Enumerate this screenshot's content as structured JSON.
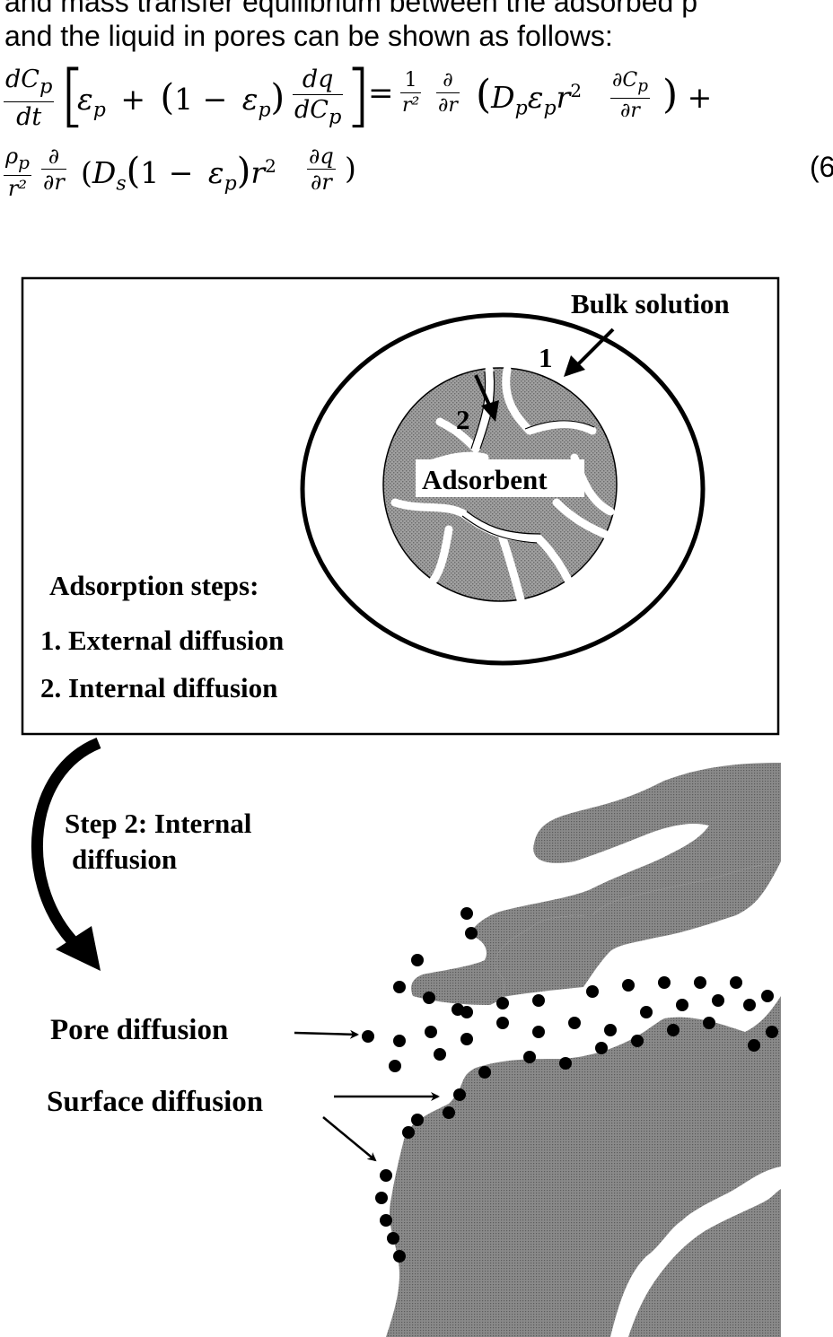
{
  "text": {
    "top_line": "and mass transfer equilibrium between the adsorbed p",
    "intro_line": "and the liquid in pores can be shown as follows:",
    "equation_number": "(6"
  },
  "equation": {
    "lhs": {
      "d": "d",
      "C": "C",
      "p": "p",
      "dt": "dt",
      "dq": "dq",
      "eps": "ε",
      "one_minus": "1 −",
      "plus": "+",
      "equals": "="
    },
    "rhs1": {
      "one": "1",
      "r2": "r²",
      "partial": "∂",
      "partial_r": "∂r",
      "D": "D",
      "r": "r",
      "sq": "2",
      "plus": "+"
    },
    "rhs2": {
      "rho": "ρ",
      "q": "q",
      "s": "s"
    }
  },
  "diagram": {
    "bulk_solution": "Bulk solution",
    "step1_number": "1",
    "step2_number": "2",
    "adsorbent": "Adsorbent",
    "steps_heading": "Adsorption steps:",
    "step1": "1. External diffusion",
    "step2": "2. Internal diffusion",
    "step2_title_line1": "Step 2: Internal",
    "step2_title_line2": "diffusion",
    "pore_diffusion": "Pore diffusion",
    "surface_diffusion": "Surface diffusion"
  },
  "colors": {
    "particle_fill": "#a9a9a9",
    "pore_wall_fill": "#8f8f8f",
    "outline": "#000000",
    "pore_channel": "#ffffff"
  },
  "icons": [
    "arrow-1-icon",
    "arrow-2-icon",
    "curved-arrow-icon",
    "pore-arrow-icon",
    "surface-arrow-icon"
  ]
}
